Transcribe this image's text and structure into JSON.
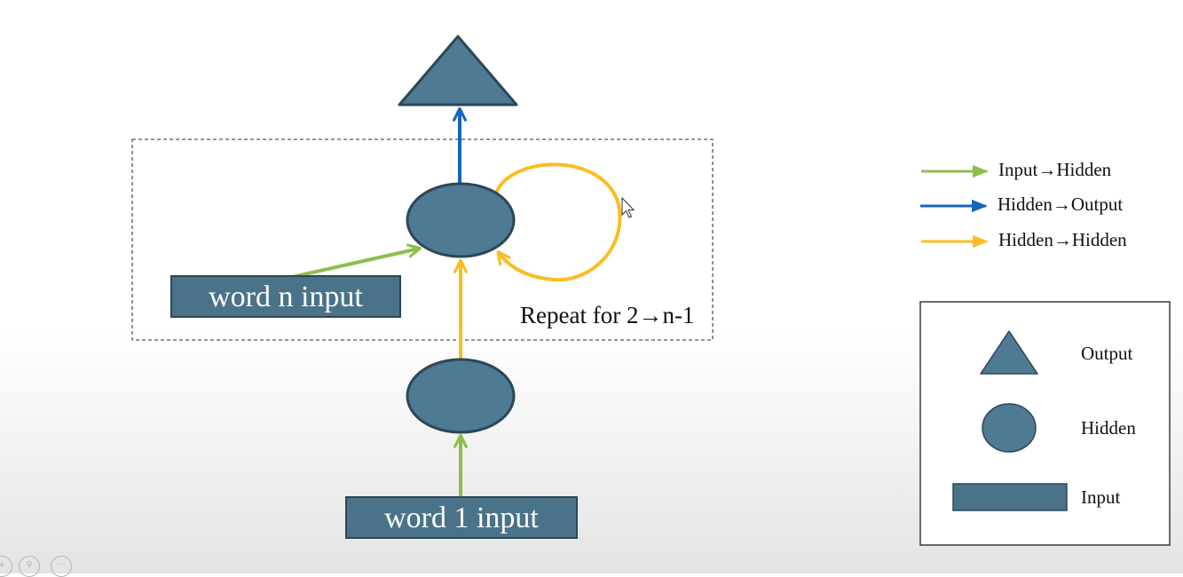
{
  "nodes": {
    "word_n_input": "word n input",
    "word_1_input": "word 1 input"
  },
  "repeat_label": "Repeat for 2→n-1",
  "legend": [
    {
      "label": "Input→Hidden",
      "color": "#8cbf4a"
    },
    {
      "label": "Hidden→Output",
      "color": "#1565c0"
    },
    {
      "label": "Hidden→Hidden",
      "color": "#fbbd23"
    }
  ],
  "shape_key": {
    "output": "Output",
    "hidden": "Hidden",
    "input": "Input"
  },
  "colors": {
    "node_fill": "#4e7a93",
    "node_stroke": "#2c4756",
    "input_fill": "#4a7389"
  },
  "controls": [
    {
      "icon": "zoom-in-icon"
    },
    {
      "icon": "magnifier-icon"
    },
    {
      "icon": "more-icon"
    }
  ]
}
